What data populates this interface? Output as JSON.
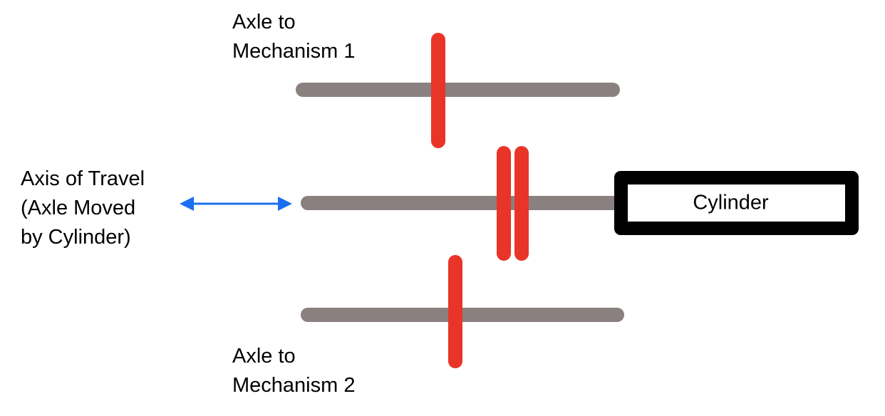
{
  "labels": {
    "axle_1": [
      "Axle to",
      "Mechanism 1"
    ],
    "axle_2": [
      "Axle to",
      "Mechanism 2"
    ],
    "axis_of_travel": [
      "Axis of Travel",
      "(Axle Moved",
      "by Cylinder)"
    ],
    "cylinder": "Cylinder"
  },
  "colors": {
    "axle": "#8a8080",
    "lever": "#e83528",
    "arrow": "#1a6ff0",
    "outline": "#000000",
    "text": "#000000"
  },
  "icons": {
    "travel_arrow": "double-headed-arrow-icon"
  }
}
